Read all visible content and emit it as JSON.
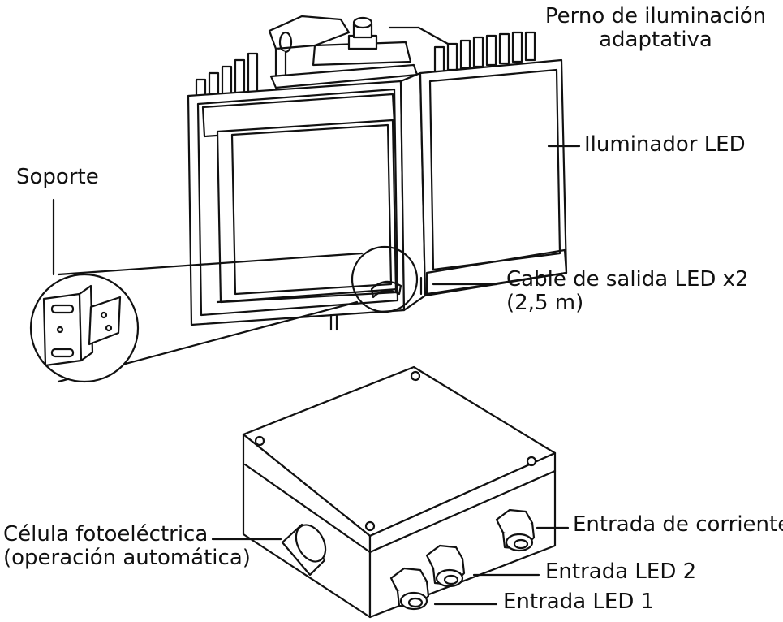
{
  "labels": {
    "bolt_line1": "Perno de iluminación",
    "bolt_line2": "adaptativa",
    "led_illuminator": "Iluminador LED",
    "bracket": "Soporte",
    "cable_line1": "Cable de salida LED x2",
    "cable_line2": "(2,5 m)",
    "photocell_line1": "Célula fotoeléctrica",
    "photocell_line2": "(operación automática)",
    "power_input": "Entrada de corriente",
    "led_input_2": "Entrada LED 2",
    "led_input_1": "Entrada LED 1"
  },
  "colors": {
    "ink": "#111111",
    "panel_fill": "#ffffff",
    "background": "#ffffff"
  }
}
